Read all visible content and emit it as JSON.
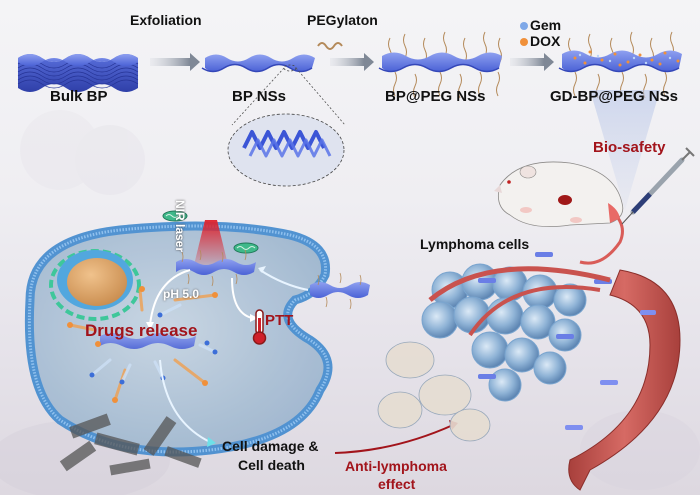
{
  "title": "GD-BP@PEG NSs preparation and anti-lymphoma mechanism schematic",
  "colors": {
    "bp_sheet": "#5b73e0",
    "bp_sheet_dark": "#3447b8",
    "peg_chain": "#b48a5a",
    "gem": "#7fa8e8",
    "dox": "#f0903a",
    "red_label": "#a2141b",
    "laser": "#e0202a",
    "cell_membrane": "#4a8fd0",
    "vessel": "#c9524e"
  },
  "synthesis": {
    "steps": [
      {
        "id": "bulk-bp",
        "label": "Bulk BP"
      },
      {
        "id": "bp-nss",
        "label": "BP NSs"
      },
      {
        "id": "bp-peg-nss",
        "label": "BP@PEG NSs"
      },
      {
        "id": "gd-bp-peg-nss",
        "label": "GD-BP@PEG NSs"
      }
    ],
    "arrows": [
      {
        "label": "Exfoliation"
      },
      {
        "label": "PEGylaton"
      },
      {
        "label": ""
      }
    ],
    "legend": [
      {
        "label": "Gem",
        "color": "#7fa8e8"
      },
      {
        "label": "DOX",
        "color": "#f0903a"
      }
    ]
  },
  "cell": {
    "laser_label": "NIR laser",
    "ph_label": "pH 5.0",
    "drugs_release_label": "Drugs release",
    "ptt_label": "PTT",
    "outcome_line1": "Cell damage &",
    "outcome_line2": "Cell death"
  },
  "in_vivo": {
    "biosafety_label": "Bio-safety",
    "lymphoma_label": "Lymphoma cells",
    "effect_line1": "Anti-lymphoma",
    "effect_line2": "effect"
  }
}
